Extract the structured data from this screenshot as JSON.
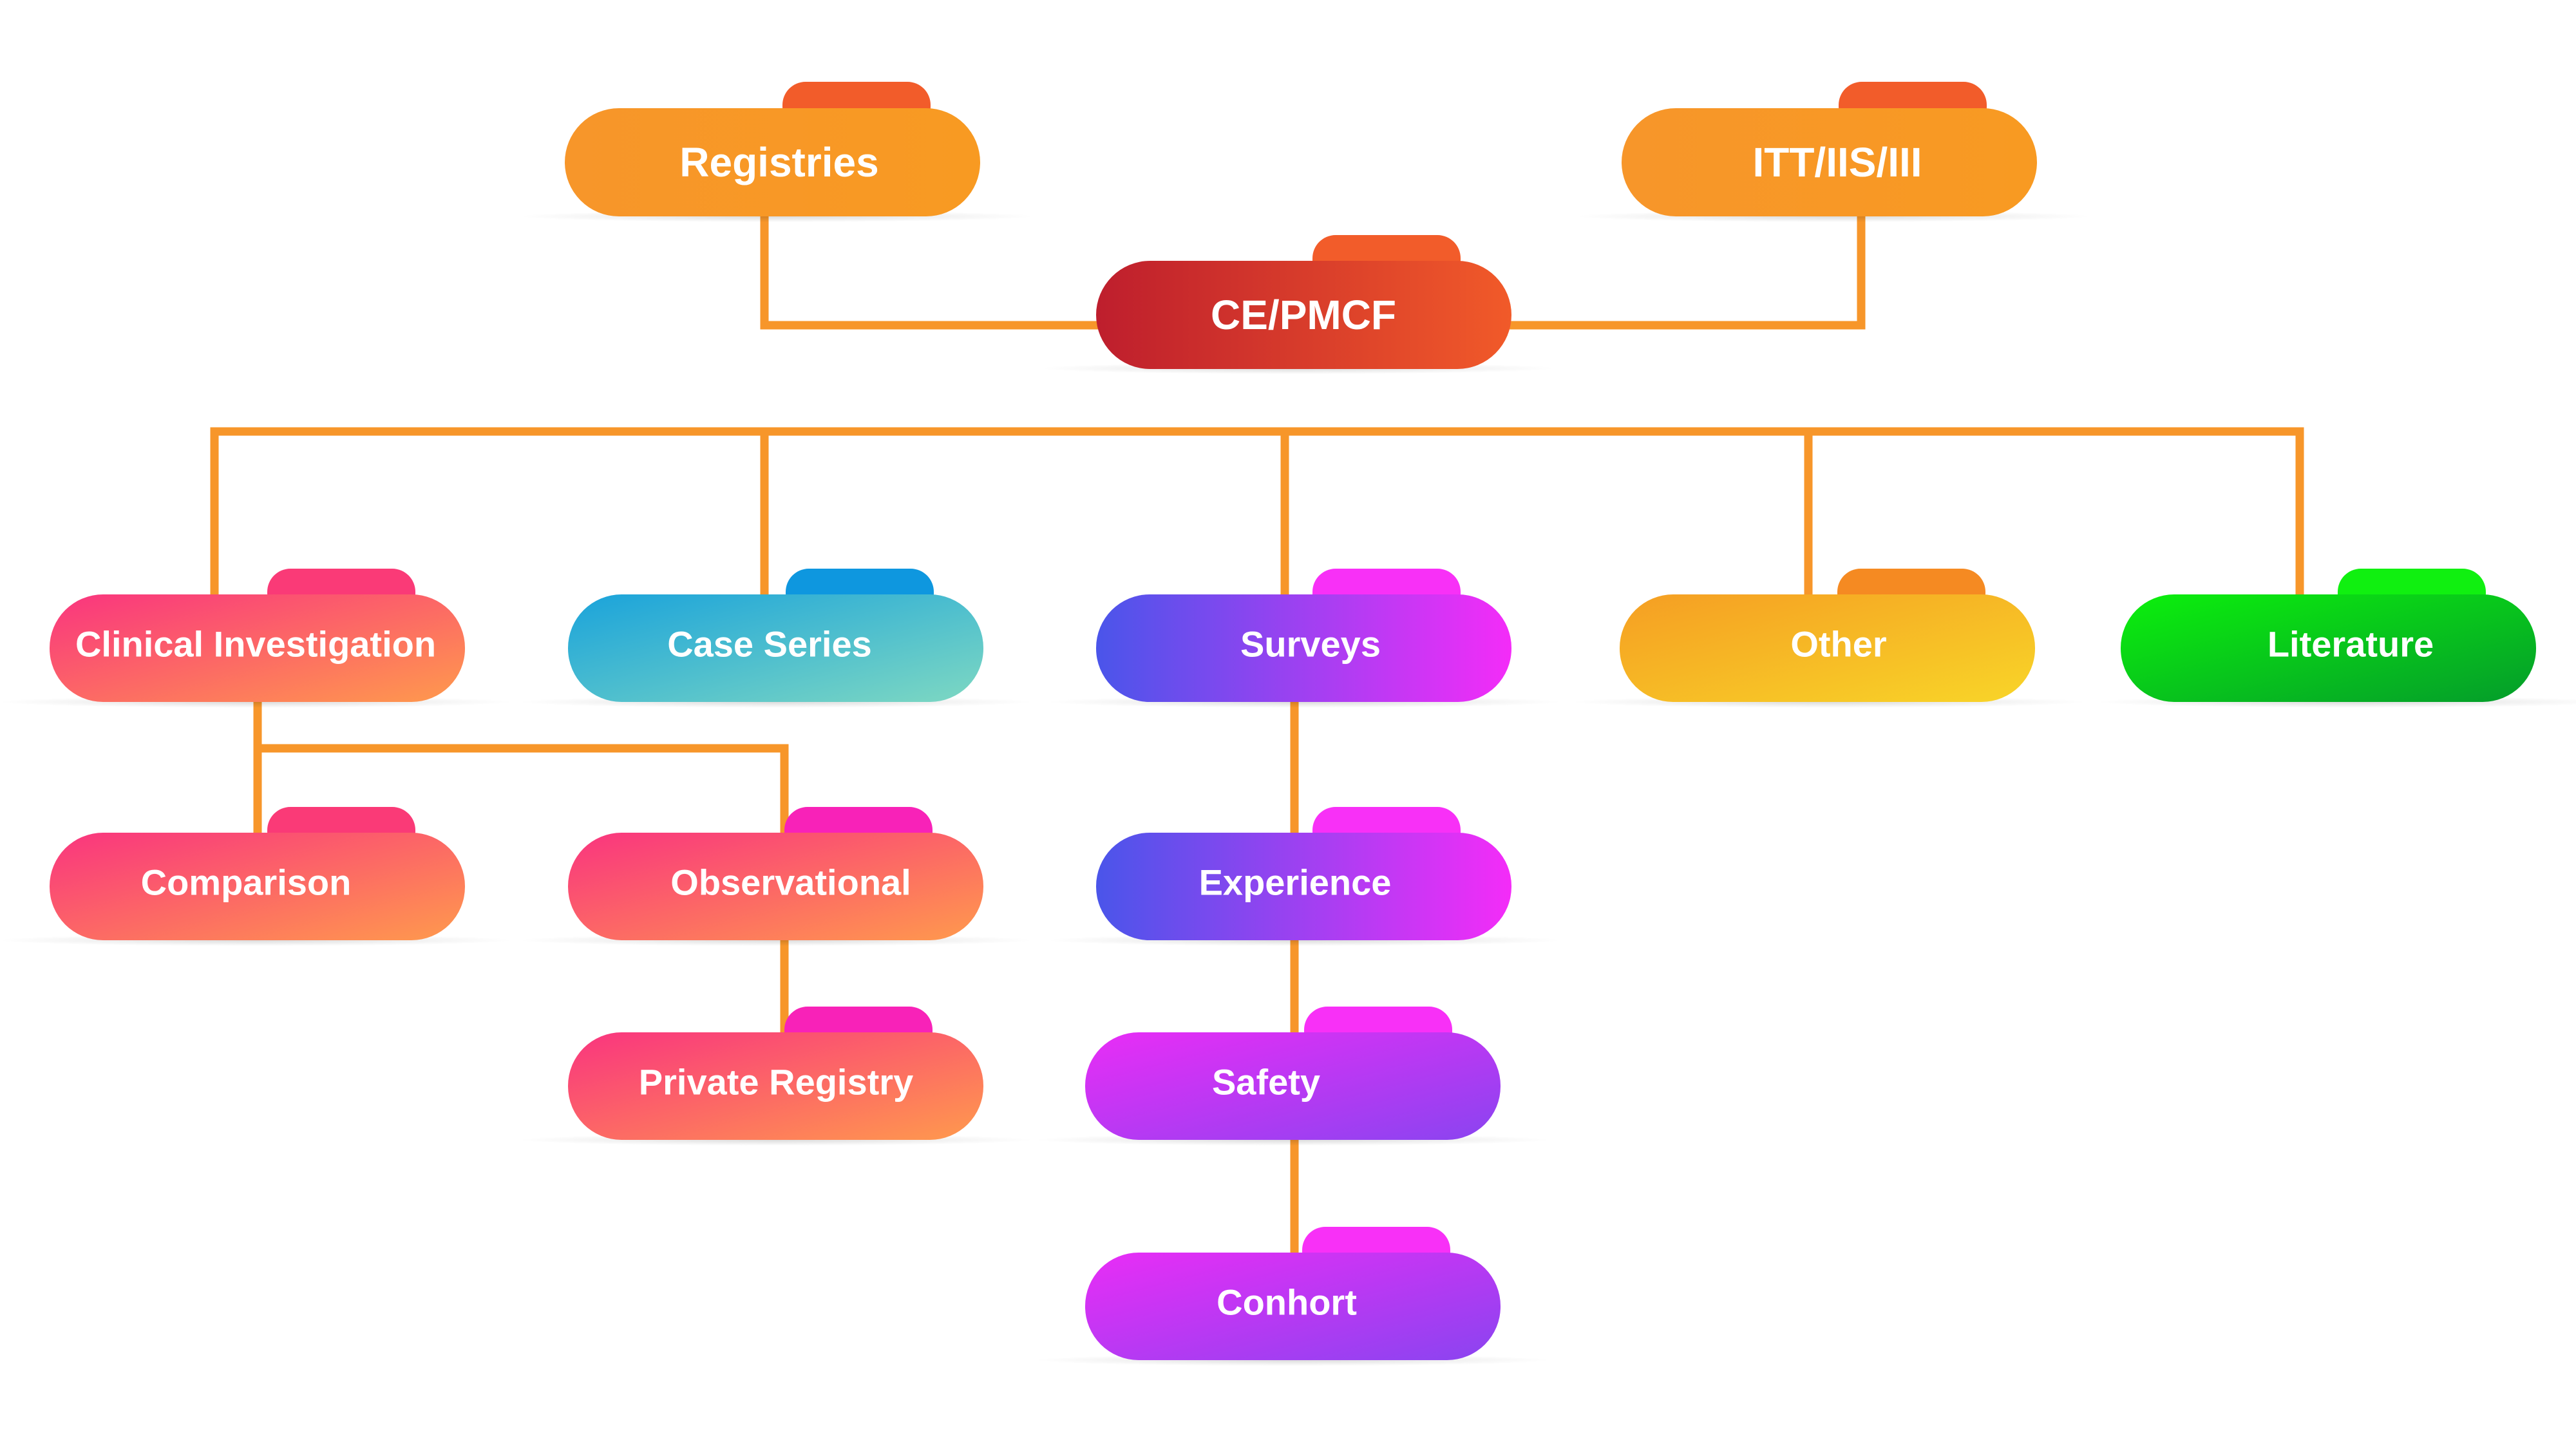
{
  "nodes": {
    "registries": "Registries",
    "itt": "ITT/IIS/III",
    "ce_pmcf": "CE/PMCF",
    "clinical_investigation": "Clinical Investigation",
    "case_series": "Case Series",
    "surveys": "Surveys",
    "other": "Other",
    "literature": "Literature",
    "comparison": "Comparison",
    "observational": "Observational",
    "private_registry": "Private Registry",
    "experience": "Experience",
    "safety": "Safety",
    "conhort": "Conhort"
  },
  "colors": {
    "connector": "#F7962A",
    "orange": [
      "#F7962A",
      "#F89A22"
    ],
    "orange_tab": "#F25C2A",
    "red": [
      "#BE1E2D",
      "#F15A29"
    ],
    "pink": [
      "#F9347F",
      "#FF9A4D"
    ],
    "pink_tab": "#FA3A77",
    "teal": [
      "#1AA3DB",
      "#7ED8C2"
    ],
    "teal_tab": "#0E97DF",
    "purple": [
      "#4A55EA",
      "#F42CF8"
    ],
    "purple_tab": "#F830F7",
    "magenta": [
      "#E92DF6",
      "#8A44F0"
    ],
    "yellow": [
      "#F59E23",
      "#F8D528"
    ],
    "yellow_tab": "#F58A22",
    "green": [
      "#0CF00C",
      "#049C2B"
    ],
    "green_tab": "#10F010",
    "obs_tab": "#F822B8"
  }
}
